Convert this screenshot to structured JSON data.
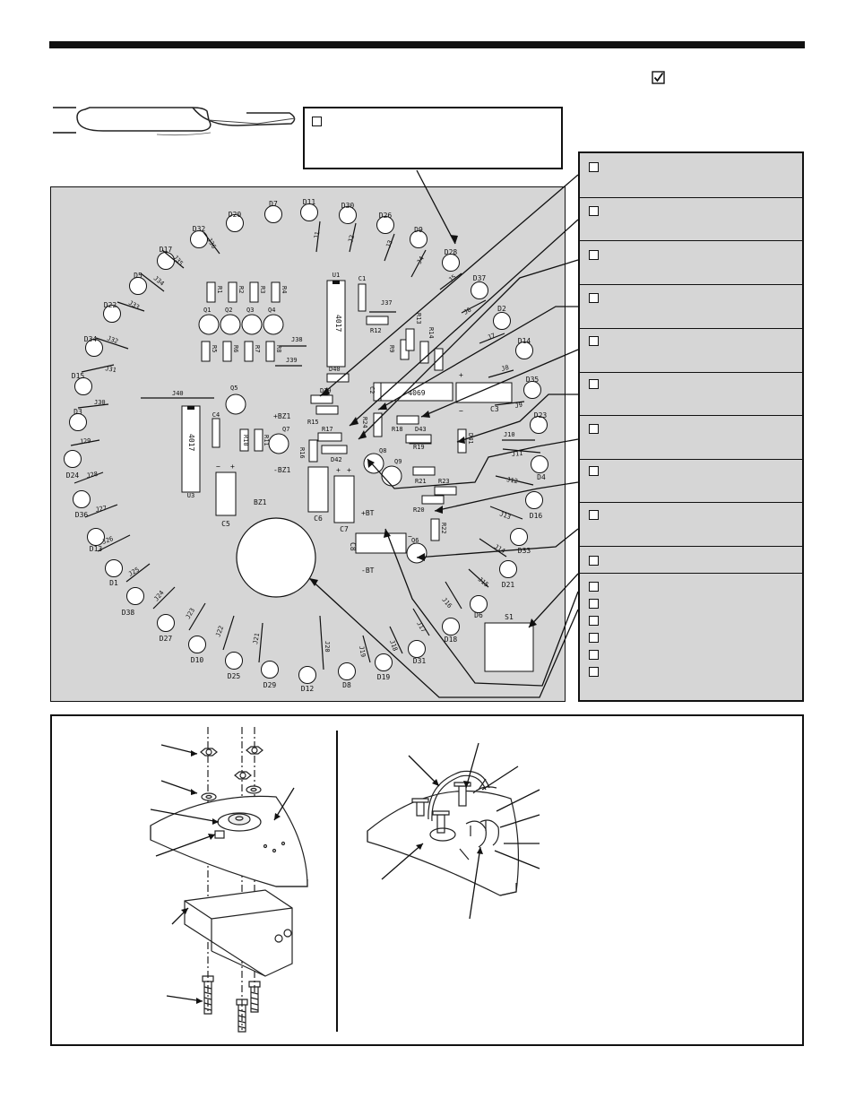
{
  "header": {
    "check_icon": "checked-box-icon"
  },
  "pcb": {
    "diodes": [
      {
        "id": "d20",
        "label": "D20"
      },
      {
        "id": "d7",
        "label": "D7"
      },
      {
        "id": "d11",
        "label": "D11"
      },
      {
        "id": "d30",
        "label": "D30"
      },
      {
        "id": "d26",
        "label": "D26"
      },
      {
        "id": "d9",
        "label": "D9"
      },
      {
        "id": "d28",
        "label": "D28"
      },
      {
        "id": "d37",
        "label": "D37"
      },
      {
        "id": "d2",
        "label": "D2"
      },
      {
        "id": "d14",
        "label": "D14"
      },
      {
        "id": "d35",
        "label": "D35"
      },
      {
        "id": "d23",
        "label": "D23"
      },
      {
        "id": "d4",
        "label": "D4"
      },
      {
        "id": "d16",
        "label": "D16"
      },
      {
        "id": "d33",
        "label": "D33"
      },
      {
        "id": "d21",
        "label": "D21"
      },
      {
        "id": "d6",
        "label": "D6"
      },
      {
        "id": "d18",
        "label": "D18"
      },
      {
        "id": "d31",
        "label": "D31"
      },
      {
        "id": "d19",
        "label": "D19"
      },
      {
        "id": "d8",
        "label": "D8"
      },
      {
        "id": "d12",
        "label": "D12"
      },
      {
        "id": "d29",
        "label": "D29"
      },
      {
        "id": "d25",
        "label": "D25"
      },
      {
        "id": "d10",
        "label": "D10"
      },
      {
        "id": "d27",
        "label": "D27"
      },
      {
        "id": "d38",
        "label": "D38"
      },
      {
        "id": "d1",
        "label": "D1"
      },
      {
        "id": "d13",
        "label": "D13"
      },
      {
        "id": "d36",
        "label": "D36"
      },
      {
        "id": "d24",
        "label": "D24"
      },
      {
        "id": "d3",
        "label": "D3"
      },
      {
        "id": "d15",
        "label": "D15"
      },
      {
        "id": "d34",
        "label": "D34"
      },
      {
        "id": "d22",
        "label": "D22"
      },
      {
        "id": "d5",
        "label": "D5"
      },
      {
        "id": "d17",
        "label": "D17"
      },
      {
        "id": "d32",
        "label": "D32"
      }
    ],
    "jumpers": [
      "J1",
      "J2",
      "J3",
      "J4",
      "J5",
      "J6",
      "J7",
      "J8",
      "J9",
      "J10",
      "J11",
      "J12",
      "J13",
      "J14",
      "J15",
      "J16",
      "J17",
      "J18",
      "J19",
      "J20",
      "J21",
      "J22",
      "J23",
      "J24",
      "J25",
      "J26",
      "J27",
      "J28",
      "J29",
      "J30",
      "J31",
      "J32",
      "J33",
      "J34",
      "J35",
      "J36",
      "J37",
      "J38",
      "J39",
      "J40"
    ],
    "parts": {
      "u1": "U1",
      "u1_chip": "4017",
      "u3": "U3",
      "u3_chip": "4017",
      "ic_4069": "4069",
      "c1": "C1",
      "c2": "C2",
      "c3": "C3",
      "c4": "C4",
      "c5": "C5",
      "c6": "C6",
      "c7": "C7",
      "c8": "C8",
      "q1": "Q1",
      "q2": "Q2",
      "q3": "Q3",
      "q4": "Q4",
      "q5": "Q5",
      "q6": "Q6",
      "q7": "Q7",
      "q8": "Q8",
      "q9": "Q9",
      "r1": "R1",
      "r2": "R2",
      "r3": "R3",
      "r4": "R4",
      "r5": "R5",
      "r6": "R6",
      "r7": "R7",
      "r8": "R8",
      "r9": "R9",
      "r10": "R10",
      "r11": "R11",
      "r12": "R12",
      "r13": "R13",
      "r14": "R14",
      "r15": "R15",
      "r16": "R16",
      "r17": "R17",
      "r18": "R18",
      "r19": "R19",
      "r20": "R20",
      "r21": "R21",
      "r22": "R22",
      "r23": "R23",
      "r24": "R24",
      "d39": "D39",
      "d40": "D40",
      "d41": "D41",
      "d42": "D42",
      "d43": "D43",
      "bz1": "BZ1",
      "bz1_pos": "+BZ1",
      "bz1_neg": "-BZ1",
      "bt_pos": "+BT",
      "bt_neg": "-BT",
      "s1": "S1",
      "plus": "+",
      "minus": "−"
    }
  }
}
